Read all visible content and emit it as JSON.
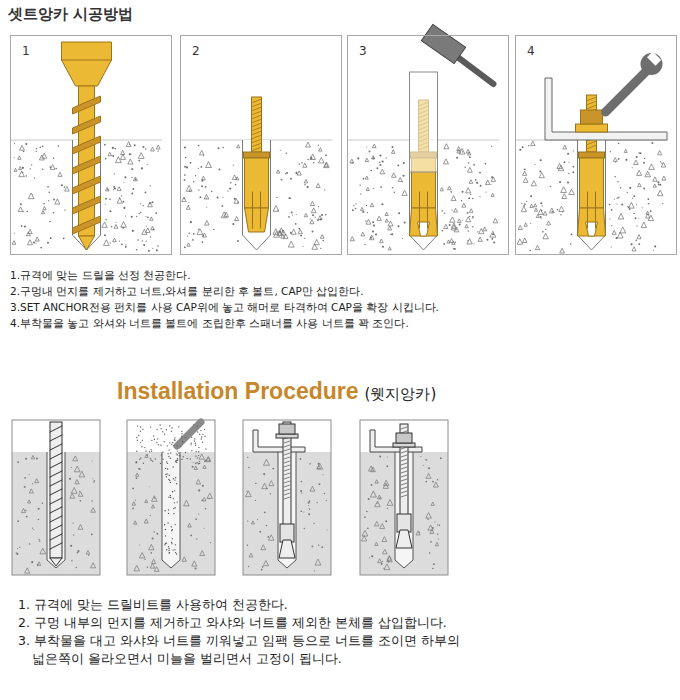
{
  "diagram": {
    "title": "셋트앙카 시공방법",
    "nodes": [
      {
        "text": [
          "1"
        ]
      },
      {
        "text": [
          "2"
        ]
      },
      {
        "text": [
          "3"
        ]
      },
      {
        "text": [
          "4"
        ]
      }
    ],
    "labels": [
      "1.규격에 맞는 드릴을 선정 천공한다.",
      "2.구멍내 먼지를 제거하고 너트,와셔를 분리한 후 볼트, CAP만 삽입한다.",
      "3.SET ANCHOR전용 펀치를 사용 CAP위에 놓고 해머로 타격하여 CAP을 확장 시킵니다.",
      "4.부착물을 놓고 와셔와 너트를 볼트에 조립한후 스패너를 사용 너트를 꽉 조인다.",
      "Installation Procedure",
      "(웻지앙카)",
      "1. 규격에 맞는 드릴비트를 사용하여 천공한다.",
      "2. 구멍 내부의 먼지를 제거하고 와샤와 너트를 제외한 본체를 삽입합니다.",
      "3. 부착물을 대고 와샤와 너트를 끼워넣고 임팩 등으로 너트를 조이면 하부의 넓은쪽이 올라오면서 미늘을 벌리면서 고정이 됩니다."
    ]
  }
}
